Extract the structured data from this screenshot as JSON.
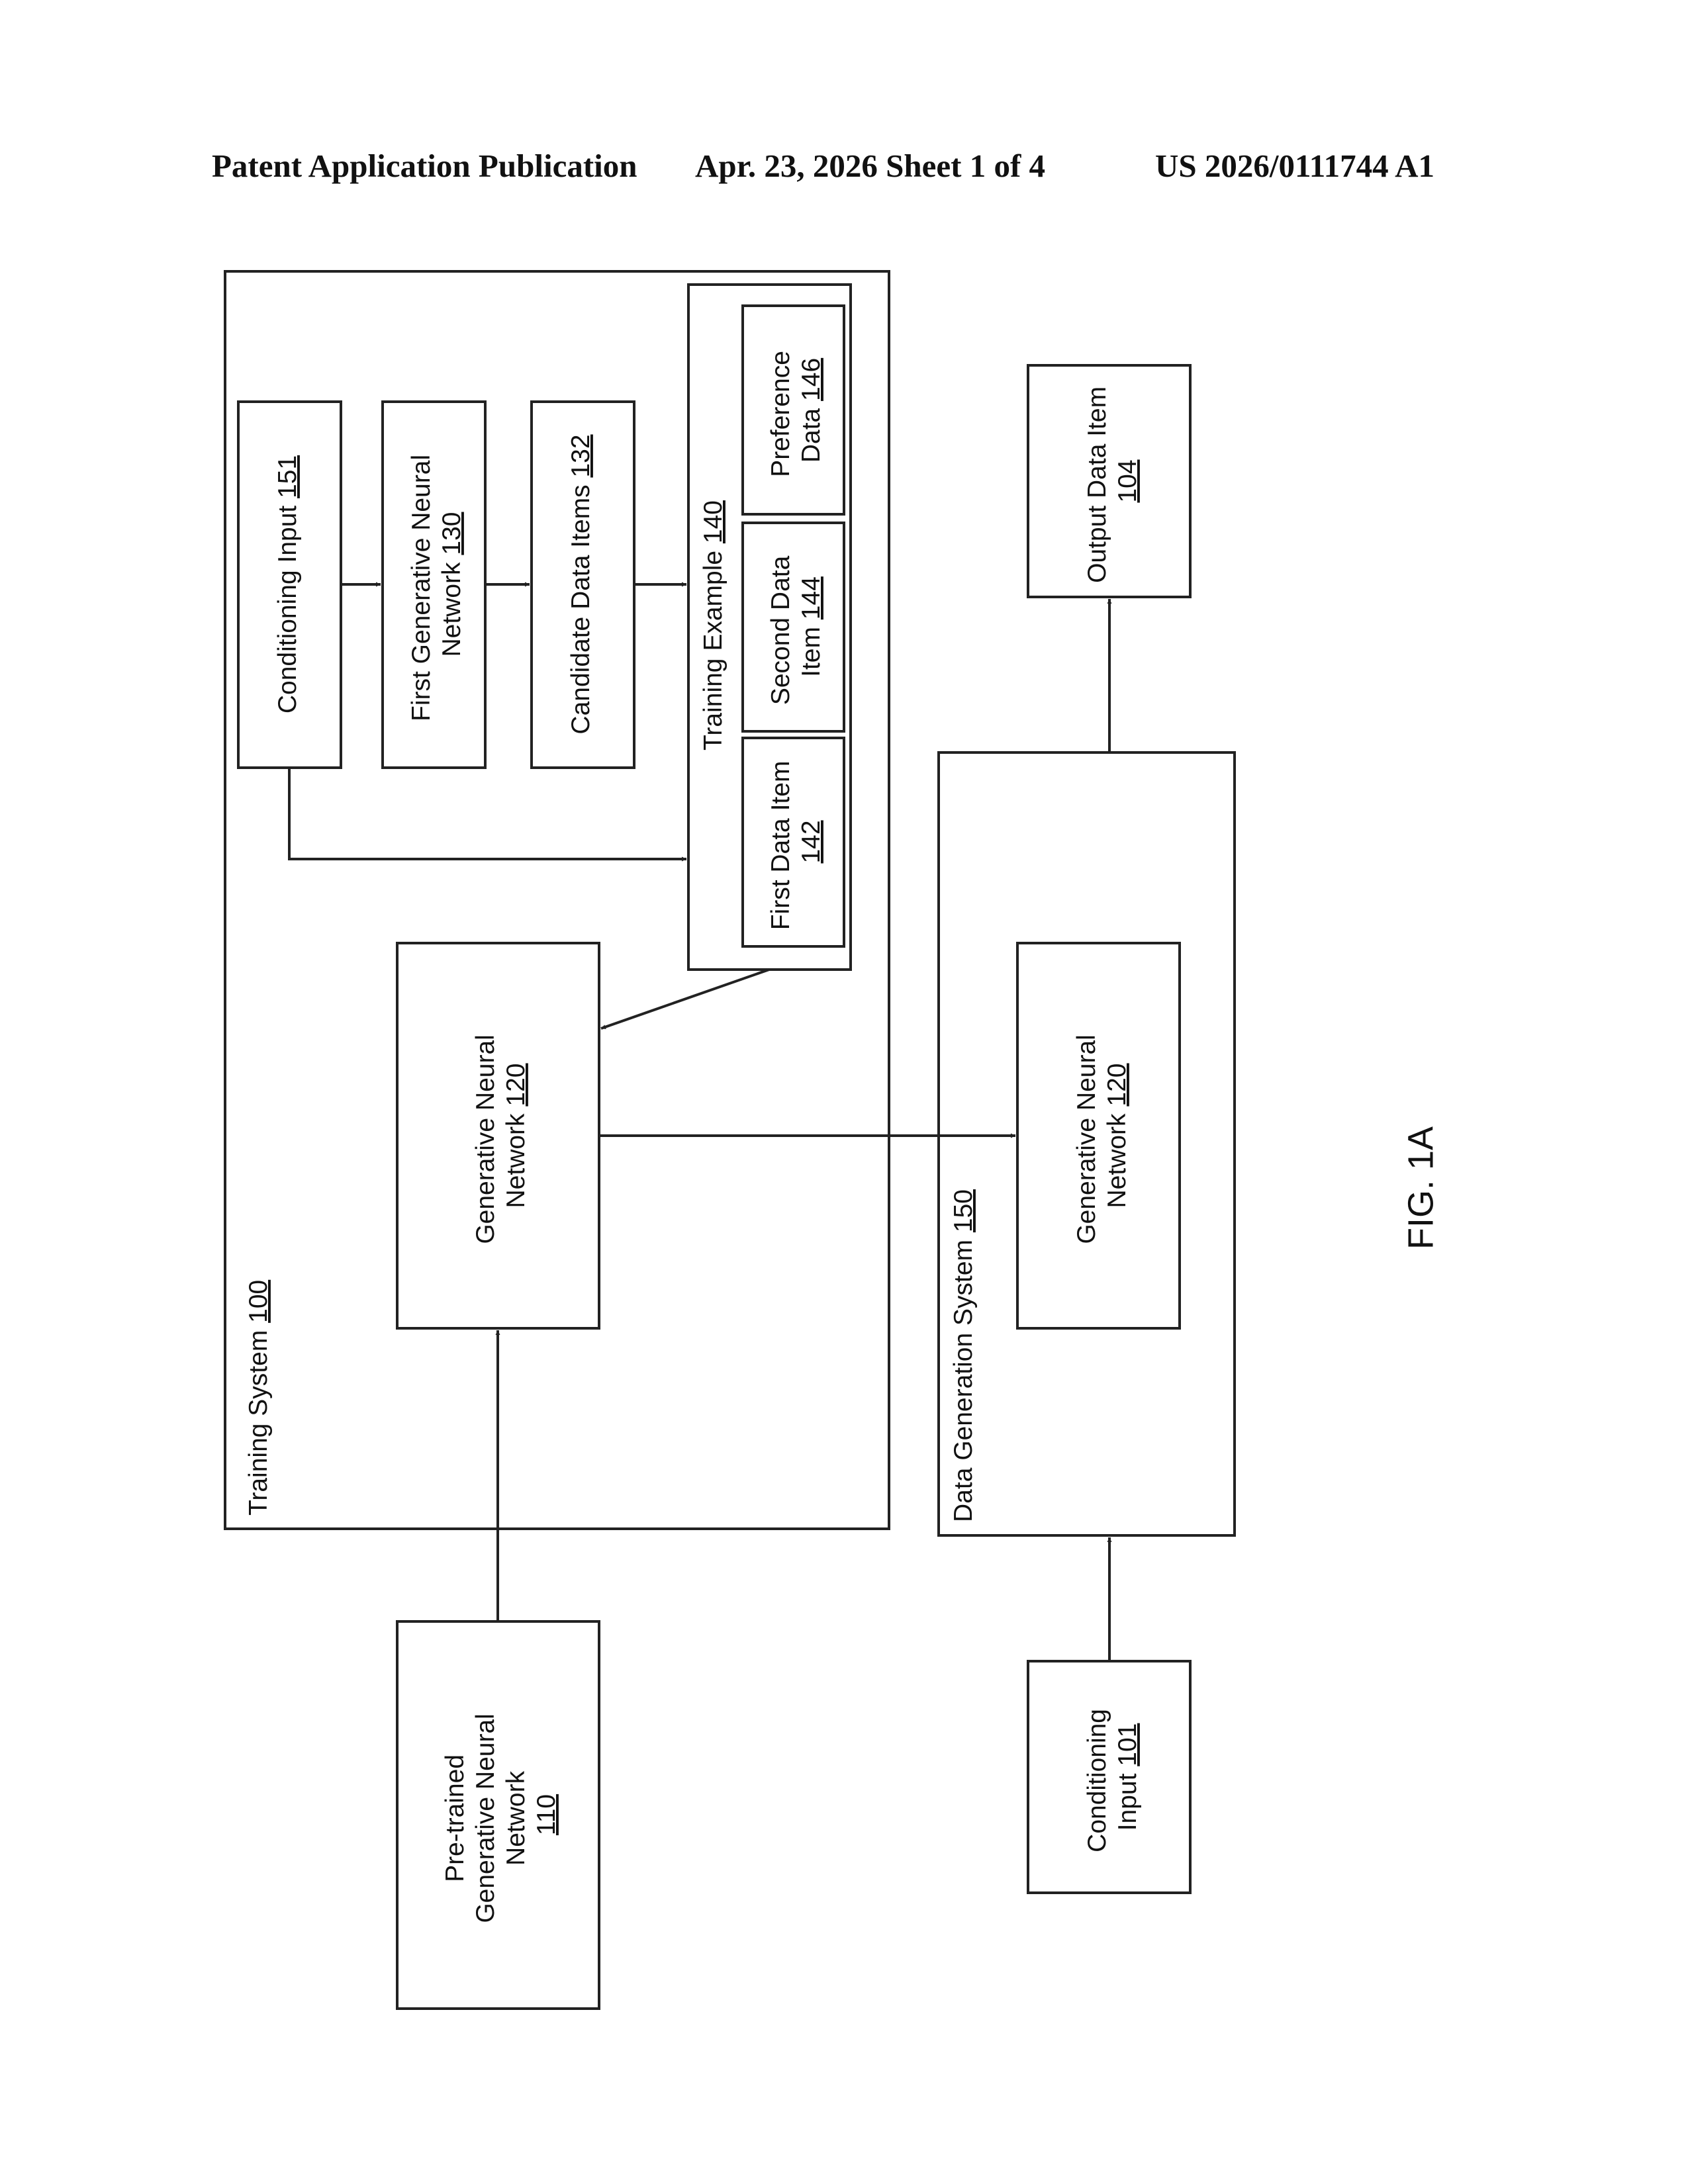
{
  "header": {
    "publication": "Patent Application Publication",
    "date_sheet": "Apr. 23, 2026  Sheet 1 of 4",
    "number": "US 2026/0111744 A1"
  },
  "training_system": {
    "name": "Training System",
    "ref": "100"
  },
  "conditioning_input_151": {
    "name": "Conditioning Input",
    "ref": "151"
  },
  "first_generative_nn": {
    "line1": "First Generative Neural",
    "line2_prefix": "Network",
    "ref": "130"
  },
  "candidate_data_items": {
    "name": "Candidate Data Items",
    "ref": "132"
  },
  "training_example": {
    "name": "Training Example",
    "ref": "140"
  },
  "first_data_item": {
    "line1": "First Data Item",
    "ref": "142"
  },
  "second_data_item": {
    "line1": "Second Data",
    "line2_prefix": "Item",
    "ref": "144"
  },
  "preference_data": {
    "line1": "Preference",
    "line2_prefix": "Data",
    "ref": "146"
  },
  "generative_nn_train": {
    "line1": "Generative Neural",
    "line2_prefix": "Network",
    "ref": "120"
  },
  "pretrained_nn": {
    "line1": "Pre-trained",
    "line2": "Generative Neural",
    "line3": "Network",
    "ref": "110"
  },
  "data_generation_system": {
    "name": "Data Generation System",
    "ref": "150"
  },
  "generative_nn_gen": {
    "line1": "Generative Neural",
    "line2_prefix": "Network",
    "ref": "120"
  },
  "output_data_item": {
    "line1": "Output Data Item",
    "ref": "104"
  },
  "conditioning_input_101": {
    "line1": "Conditioning",
    "line2_prefix": "Input",
    "ref": "101"
  },
  "figure_label": "FIG. 1A"
}
